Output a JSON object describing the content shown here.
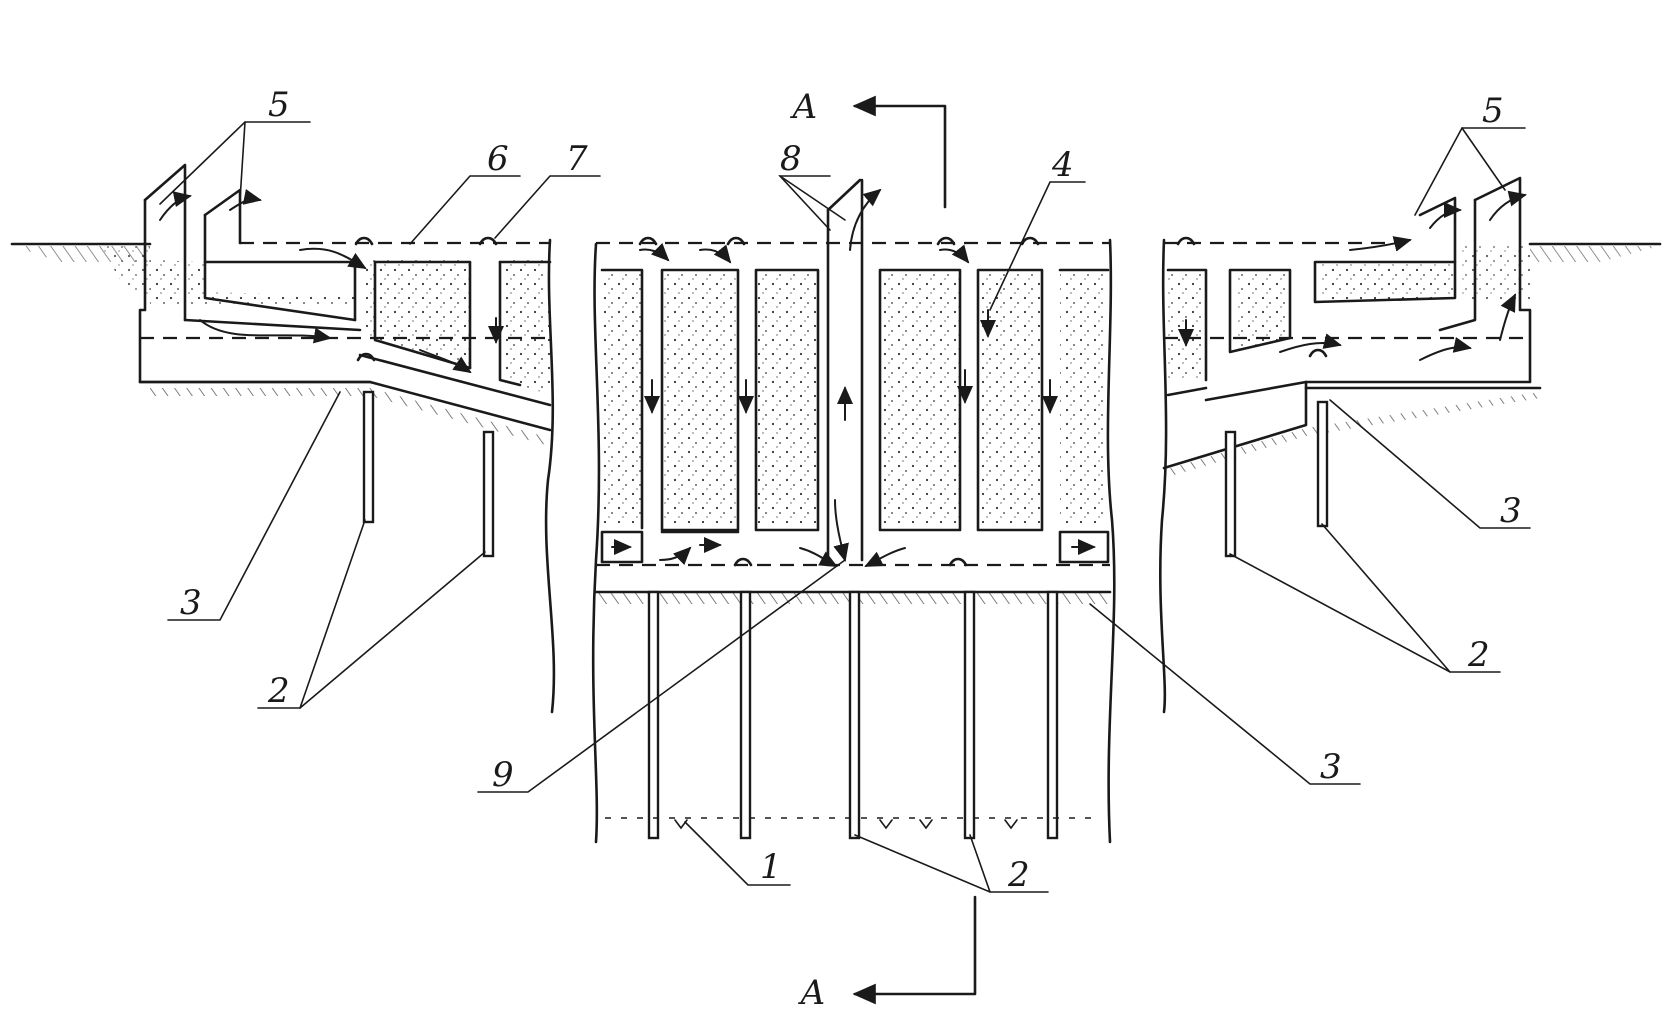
{
  "labels": {
    "l1": "1",
    "l2a": "2",
    "l2b": "2",
    "l2c": "2",
    "l3a": "3",
    "l3b": "3",
    "l3c": "3",
    "l4": "4",
    "l5a": "5",
    "l5b": "5",
    "l6": "6",
    "l7": "7",
    "l8": "8",
    "l9": "9",
    "sectionTop": "А",
    "sectionBottom": "А"
  }
}
